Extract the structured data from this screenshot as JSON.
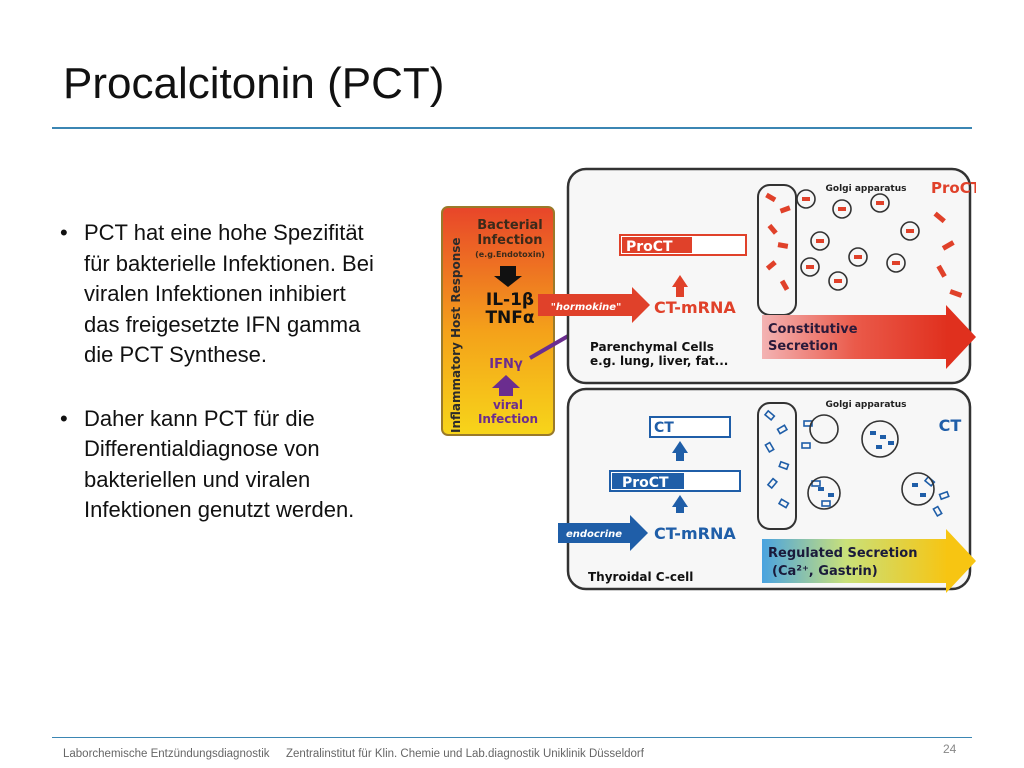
{
  "slide": {
    "title": "Procalcitonin (PCT)",
    "bullets": [
      {
        "lines": [
          "PCT hat eine hohe Spezifität",
          "für bakterielle Infektionen. Bei",
          "viralen Infektionen inhibiert",
          "das freigesetzte IFN gamma",
          "die PCT Synthese."
        ]
      },
      {
        "lines": [
          "Daher kann PCT für die",
          "Differentialdiagnose von",
          "bakteriellen und viralen",
          "Infektionen genutzt werden."
        ]
      }
    ],
    "bullet_symbol": "•"
  },
  "figure": {
    "side_label": "Inflammatory Host Response",
    "bacterial": [
      "Bacterial",
      "Infection",
      "(e.g.Endotoxin)"
    ],
    "cytokine1": "IL-1β",
    "cytokine2": "TNFα",
    "ifn": "IFNγ",
    "viral": [
      "viral",
      "Infection"
    ],
    "hormokine": "\"hormokine\"",
    "top_golgi": "Golgi apparatus",
    "procalcitonin_label": "ProCT",
    "top_box": "ProCT",
    "top_mrna": "CT-mRNA",
    "parenchymal": [
      "Parenchymal Cells",
      "e.g. lung, liver, fat..."
    ],
    "constitutive": [
      "Constitutive",
      "Secretion"
    ],
    "bottom_golgi": "Golgi apparatus",
    "ct_label": "CT",
    "bottom_ct_box": "CT",
    "bottom_proct_box": "ProCT",
    "endocrine": "endocrine",
    "bottom_mrna": "CT-mRNA",
    "regulated": [
      "Regulated Secretion",
      "(Ca²⁺, Gastrin)"
    ],
    "thyroidal": "Thyroidal C-cell",
    "colors": {
      "red": "#e0412a",
      "blue": "#1f5ea8",
      "yellow": "#f2c40d",
      "purple": "#6b2d8f"
    }
  },
  "footer": {
    "left": "Laborchemische Entzündungsdiagnostik",
    "center": "Zentralinstitut für Klin. Chemie und Lab.diagnostik Uniklinik Düsseldorf",
    "page": "24"
  }
}
